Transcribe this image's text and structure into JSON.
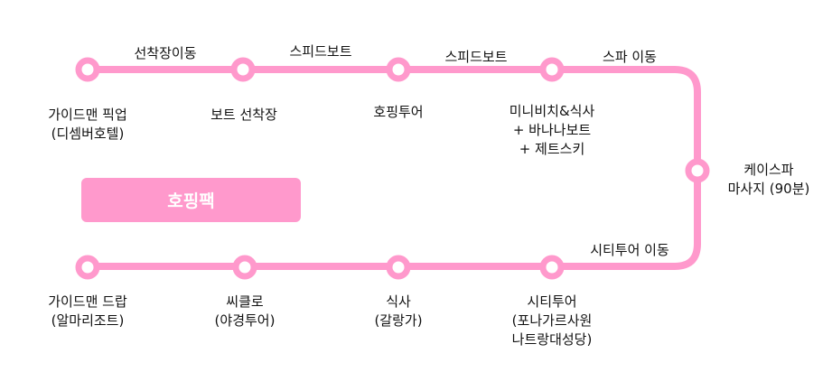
{
  "colors": {
    "route": "#ff99cc",
    "pack_bg": "#ff99cc",
    "pack_text": "#ffffff"
  },
  "pack_label": "호핑팩",
  "segments": [
    "선착장이동",
    "스피드보트",
    "스피드보트",
    "스파 이동",
    "시티투어 이동"
  ],
  "stops": [
    {
      "lines": [
        "가이드맨 픽업",
        "(디셈버호텔)"
      ]
    },
    {
      "lines": [
        "보트 선착장"
      ]
    },
    {
      "lines": [
        "호핑투어"
      ]
    },
    {
      "lines": [
        "미니비치&식사",
        "+ 바나나보트",
        "+ 제트스키"
      ]
    },
    {
      "lines": [
        "케이스파",
        "마사지 (90분)"
      ]
    },
    {
      "lines": [
        "시티투어",
        "(포나가르사원",
        "나트랑대성당)"
      ]
    },
    {
      "lines": [
        "식사",
        "(갈랑가)"
      ]
    },
    {
      "lines": [
        "씨클로",
        "(야경투어)"
      ]
    },
    {
      "lines": [
        "가이드맨 드랍",
        "(알마리조트)"
      ]
    }
  ]
}
